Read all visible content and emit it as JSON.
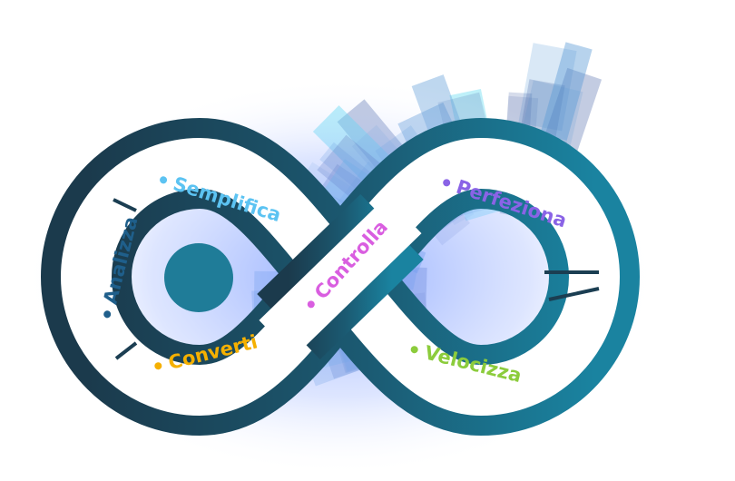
{
  "diagram": {
    "type": "infinity-loop",
    "steps": [
      {
        "label": "Analizza",
        "color": "#1f5f8b"
      },
      {
        "label": "Semplifica",
        "color": "#5cc3f2"
      },
      {
        "label": "Controlla",
        "color": "#d95ee0"
      },
      {
        "label": "Perfeziona",
        "color": "#8a63e6"
      },
      {
        "label": "Velocizza",
        "color": "#8ccc3c"
      },
      {
        "label": "Converti",
        "color": "#f5b000"
      }
    ],
    "loop_colors": {
      "dark": "#1b3e52",
      "teal": "#1c7e9a",
      "band": "#ffffff",
      "glow": "#7fa2ff",
      "center_dot": "#1f7c98"
    }
  }
}
